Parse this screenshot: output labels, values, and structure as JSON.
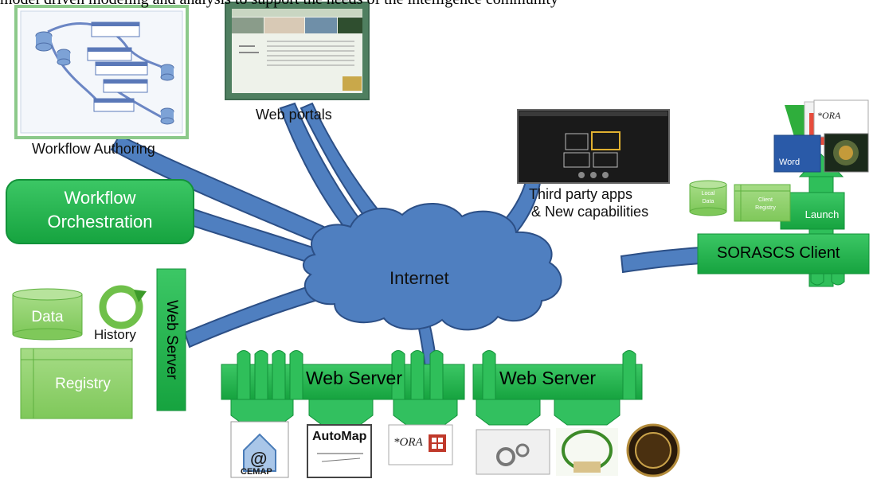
{
  "top_text": "model driven modeling and analysis to support the needs of the intelligence community",
  "labels": {
    "workflow_authoring": "Workflow Authoring",
    "web_portals": "Web portals",
    "third_party": "Third party apps",
    "new_capabilities": "& New capabilities",
    "history": "History"
  },
  "boxes": {
    "workflow_orchestration_line1": "Workflow",
    "workflow_orchestration_line2": "Orchestration",
    "data": "Data",
    "registry": "Registry",
    "web_server_vertical": "Web Server",
    "web_server_1": "Web Server",
    "web_server_2": "Web Server",
    "sorascs_client": "SORASCS Client",
    "local_data_line1": "Local",
    "local_data_line2": "Data",
    "client_registry_line1": "Client",
    "client_registry_line2": "Registry",
    "launch": "Launch"
  },
  "cloud": {
    "label": "Internet"
  },
  "logos": {
    "cemap_at": "@",
    "cemap": "CEMAP",
    "automap": "AutoMap",
    "ora": "*ORA",
    "word": "Word",
    "ora_small": "*ORA"
  },
  "colors": {
    "green": "#1fb24a",
    "light_green": "#8fd16a",
    "cloud_blue": "#4f7fc0",
    "cloud_outline": "#2c4f86"
  }
}
